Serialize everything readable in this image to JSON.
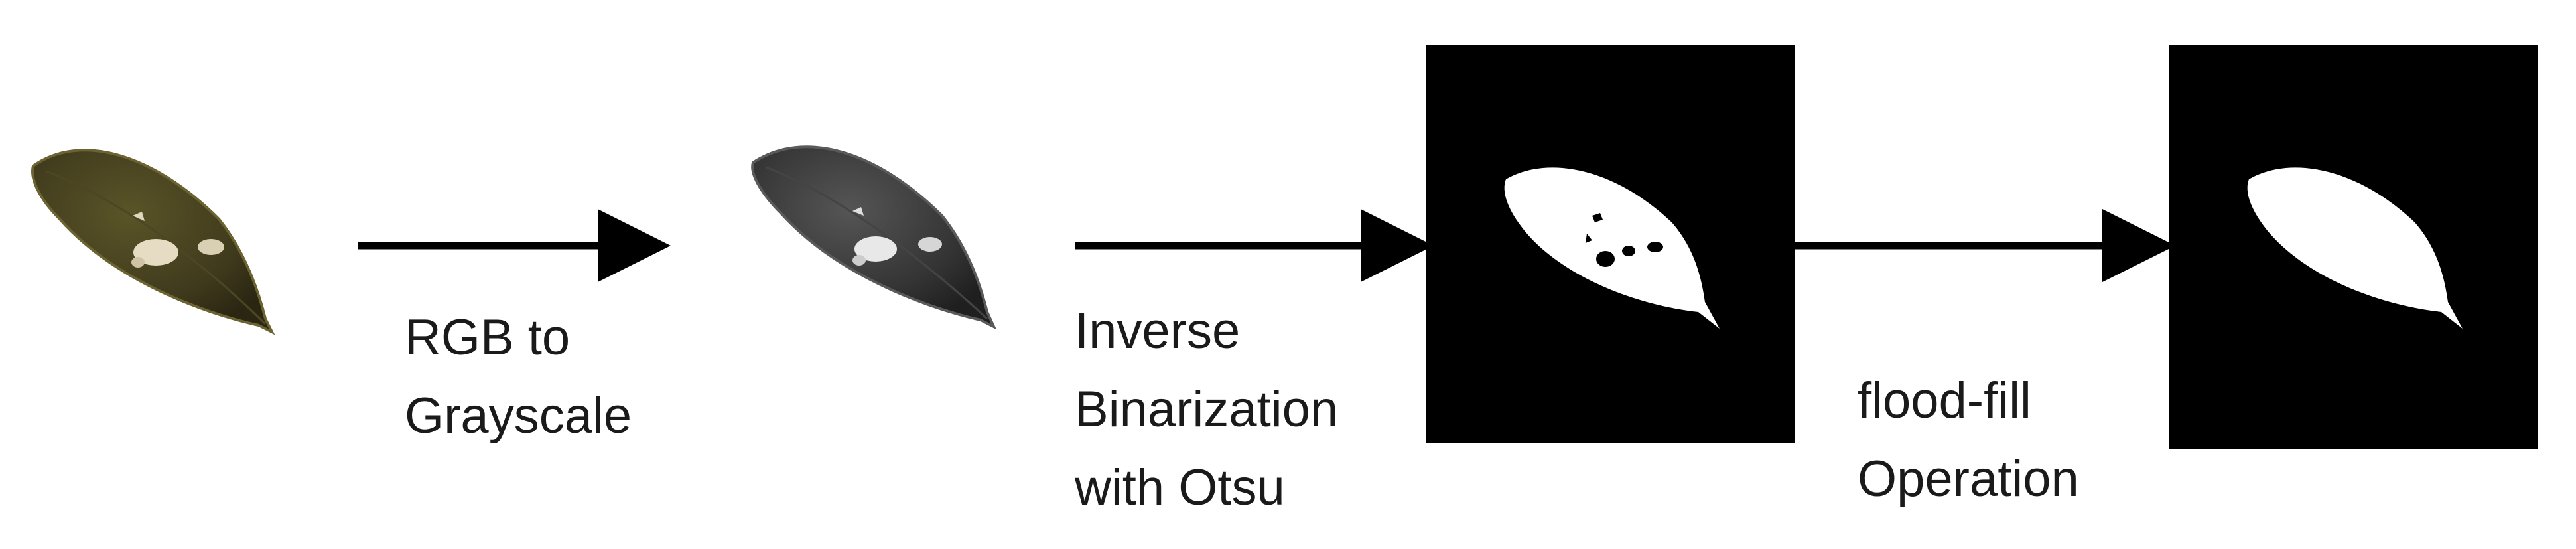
{
  "diagram": {
    "type": "image-processing-pipeline",
    "stages": [
      {
        "name": "rgb-leaf",
        "kind": "color-leaf-image"
      },
      {
        "name": "grayscale-leaf",
        "kind": "grayscale-leaf-image"
      },
      {
        "name": "binary-leaf",
        "kind": "binary-mask-with-holes"
      },
      {
        "name": "filled-leaf",
        "kind": "binary-mask-filled"
      }
    ],
    "steps": [
      {
        "lines": [
          "RGB to",
          "Grayscale"
        ]
      },
      {
        "lines": [
          "Inverse",
          "Binarization",
          "with Otsu"
        ]
      },
      {
        "lines": [
          "flood-fill",
          "Operation"
        ]
      }
    ],
    "colors": {
      "arrow": "#000000",
      "background": "#ffffff",
      "mask_background": "#000000",
      "mask_foreground": "#ffffff",
      "leaf_rgb": "#3f3a1c",
      "leaf_gray": "#2e2e2e"
    }
  }
}
